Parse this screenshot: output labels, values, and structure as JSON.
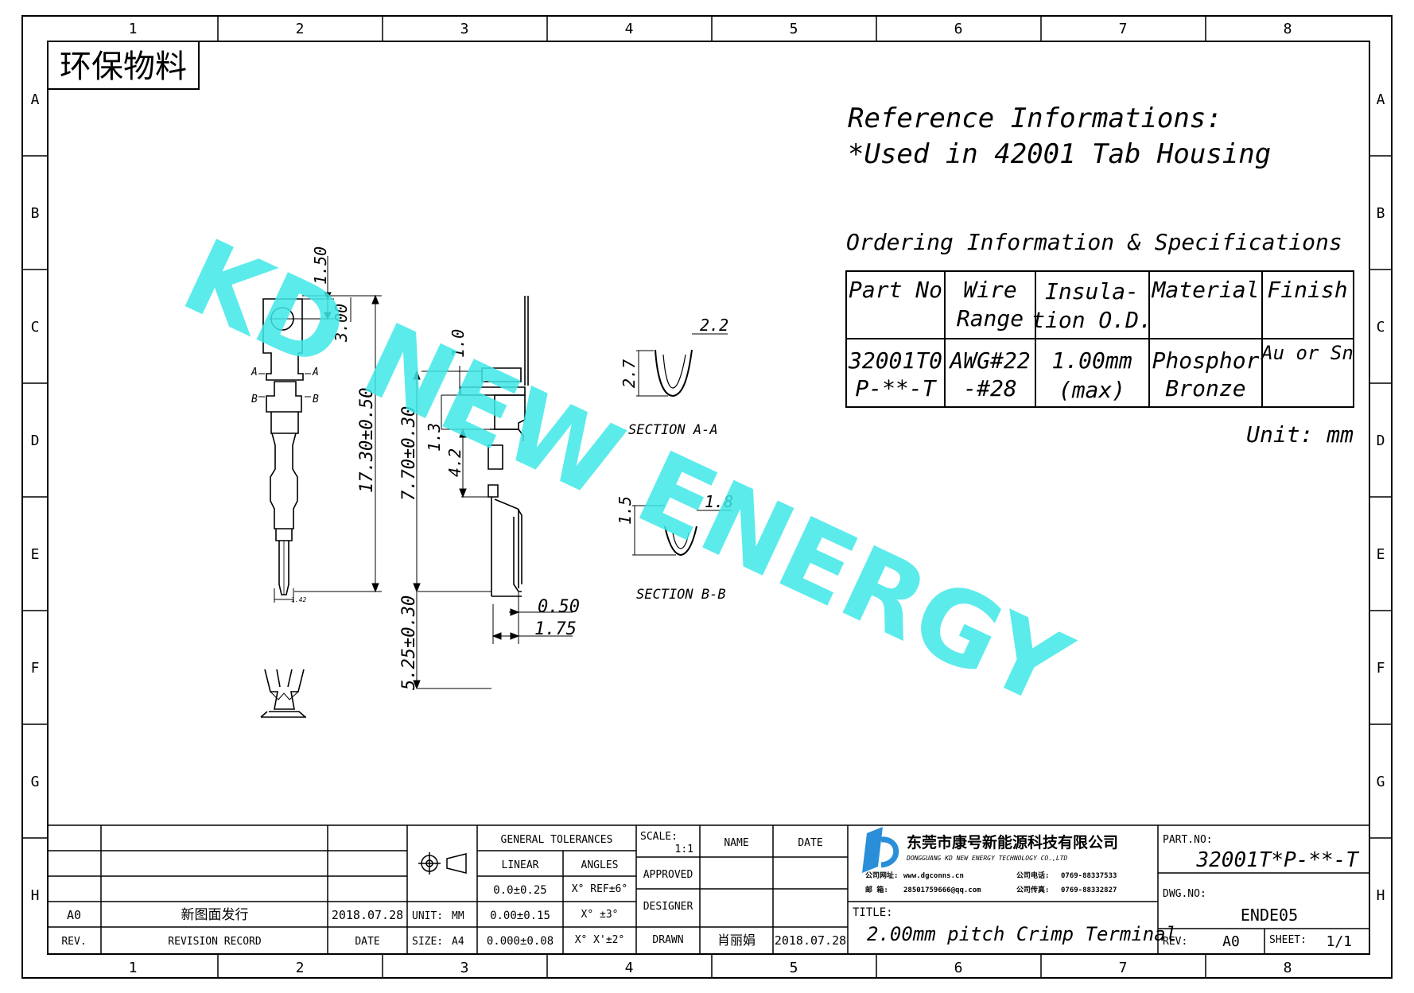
{
  "frame": {
    "columns": [
      "1",
      "2",
      "3",
      "4",
      "5",
      "6",
      "7",
      "8"
    ],
    "rows": [
      "A",
      "B",
      "C",
      "D",
      "E",
      "F",
      "G",
      "H"
    ]
  },
  "stamp": "环保物料",
  "watermark": "KD NEW ENERGY",
  "reference": {
    "line1": "Reference Informations:",
    "line2": "*Used in 42001  Tab Housing"
  },
  "ordering": {
    "heading": "Ordering Information & Specifications",
    "headers": [
      [
        "Part No"
      ],
      [
        "Wire",
        "Range"
      ],
      [
        "Insula-",
        "tion O.D."
      ],
      [
        "Material"
      ],
      [
        "Finish"
      ]
    ],
    "row": [
      [
        "32001T0",
        "P-**-T"
      ],
      [
        "AWG#22",
        "-#28"
      ],
      [
        "1.00mm",
        "(max)"
      ],
      [
        "Phosphor",
        "Bronze"
      ],
      [
        "Au or Sn"
      ]
    ],
    "unit": "Unit: mm"
  },
  "dims": {
    "d150": "1.50",
    "d300": "3.00",
    "d1730": "17.30±0.50",
    "d142": "1.42",
    "d10": "1.0",
    "d770": "7.70±0.30",
    "d13": "1.3",
    "d42": "4.2",
    "d525": "5.25±0.30",
    "d050": "0.50",
    "d175": "1.75",
    "d22": "2.2",
    "d27": "2.7",
    "d15": "1.5",
    "d18": "1.8",
    "markA": "A",
    "markB": "B"
  },
  "sections": {
    "aa": "SECTION A-A",
    "bb": "SECTION B-B"
  },
  "revisions": {
    "rev": "A0",
    "record": "新图面发行",
    "date": "2018.07.28"
  },
  "rev_headers": {
    "rev": "REV.",
    "record": "REVISION RECORD",
    "date": "DATE"
  },
  "unit_size": {
    "unit_label": "UNIT:",
    "unit": "MM",
    "size_label": "SIZE:",
    "size": "A4"
  },
  "tolerances": {
    "title": "GENERAL TOLERANCES",
    "linear": "LINEAR",
    "angles": "ANGLES",
    "rows": [
      [
        "0.0±0.25",
        "X° REF±6°"
      ],
      [
        "0.00±0.15",
        "X° ±3°"
      ],
      [
        "0.000±0.08",
        "X° X'±2°"
      ]
    ]
  },
  "approval": {
    "scale_label": "SCALE:",
    "scale": "1:1",
    "name": "NAME",
    "date": "DATE",
    "roles": [
      "APPROVED",
      "DESIGNER",
      "DRAWN"
    ],
    "drawn_name": "肖丽娟",
    "drawn_date": "2018.07.28"
  },
  "company": {
    "cn": "东莞市康号新能源科技有限公司",
    "en": "DONGGUANG KD NEW ENERGY TECHNOLOGY CO.,LTD",
    "web_label": "公司网址:",
    "web": "www.dgconns.cn",
    "tel_label": "公司电话:",
    "tel": "0769-88337533",
    "mail_label": "邮    箱:",
    "mail": "28501759666@qq.com",
    "fax_label": "公司传真:",
    "fax": "0769-88332827"
  },
  "title_label": "TITLE:",
  "title": "2.00mm pitch Crimp Terminal",
  "part_label": "PART.NO:",
  "part_no": "32001T*P-**-T",
  "dwg_label": "DWG.NO:",
  "dwg_no": "ENDE05",
  "rev_label": "REV:",
  "rev": "A0",
  "sheet_label": "SHEET:",
  "sheet": "1/1",
  "colors": {
    "watermark": "#3fe8e8",
    "logo": "#2a8fd8",
    "ink": "#000000"
  }
}
